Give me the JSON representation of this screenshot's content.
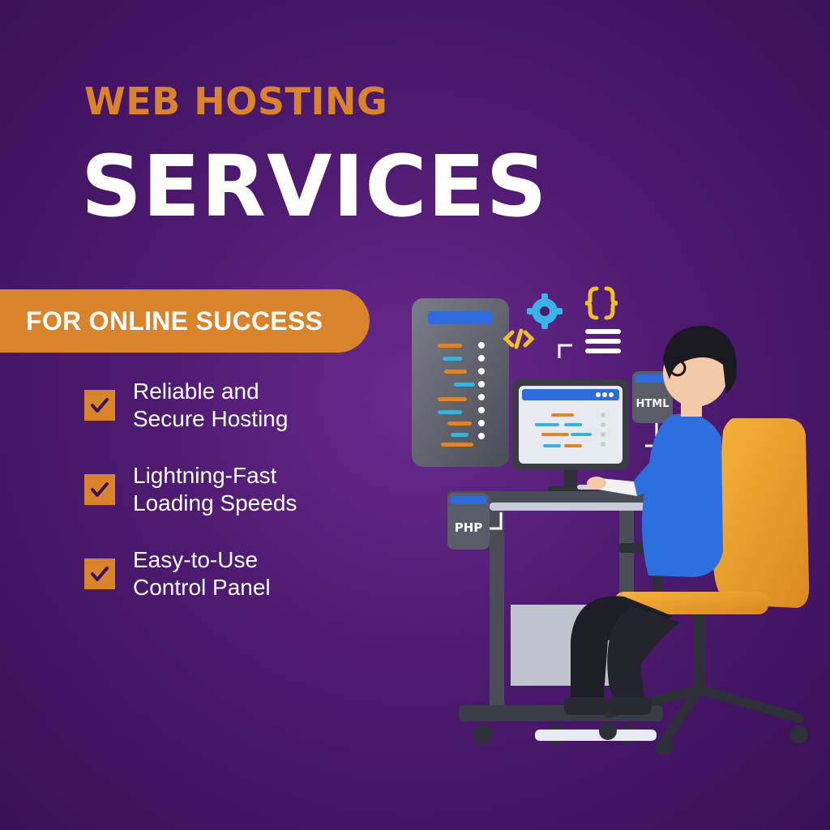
{
  "colors": {
    "background": "#4d1a70",
    "accent_orange": "#d9832a",
    "white": "#ffffff",
    "check_mark": "#3a1058",
    "shirt_blue": "#2e6fe0",
    "chair_orange": "#f0a12a"
  },
  "hero": {
    "kicker": "WEB HOSTING",
    "headline": "SERVICES",
    "ribbon": "FOR ONLINE SUCCESS"
  },
  "features": [
    {
      "line1": "Reliable and",
      "line2": "Secure Hosting",
      "icon": "checkmark-icon"
    },
    {
      "line1": "Lightning-Fast",
      "line2": "Loading Speeds",
      "icon": "checkmark-icon"
    },
    {
      "line1": "Easy-to-Use",
      "line2": "Control Panel",
      "icon": "checkmark-icon"
    }
  ],
  "illustration": {
    "badges": {
      "html": "HTML",
      "php": "PHP"
    },
    "icons": [
      "gear-icon",
      "code-brackets-icon",
      "curly-braces-icon"
    ]
  }
}
